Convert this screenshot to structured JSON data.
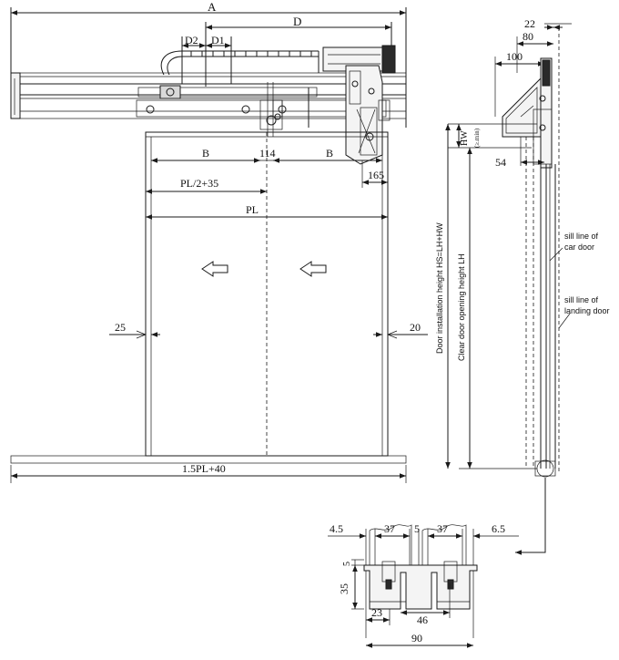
{
  "dims": {
    "A": "A",
    "D": "D",
    "D1": "D1",
    "D2": "D2",
    "B_left": "B",
    "B_right": "B",
    "center_gap": "114",
    "right_165": "165",
    "half_pl": "PL/2+35",
    "pl": "PL",
    "left_25": "25",
    "right_20": "20",
    "bottom_total": "1.5PL+40",
    "side_22": "22",
    "side_80": "80",
    "side_100": "100",
    "side_54": "54",
    "hw": "HW",
    "hw_min": "(≥.min)",
    "detail_4_5": "4.5",
    "detail_37a": "37",
    "detail_5": "5",
    "detail_37b": "37",
    "detail_6_5": "6.5",
    "detail_5_v": "5",
    "detail_35": "35",
    "detail_23": "23",
    "detail_46": "46",
    "detail_90": "90"
  },
  "labels": {
    "install_height": "Door installation height  HS=LH+HW",
    "opening_height": "Clear door opening height  LH",
    "sill_car_1": "sill line of",
    "sill_car_2": "car door",
    "sill_landing_1": "sill line of",
    "sill_landing_2": "landing door"
  }
}
